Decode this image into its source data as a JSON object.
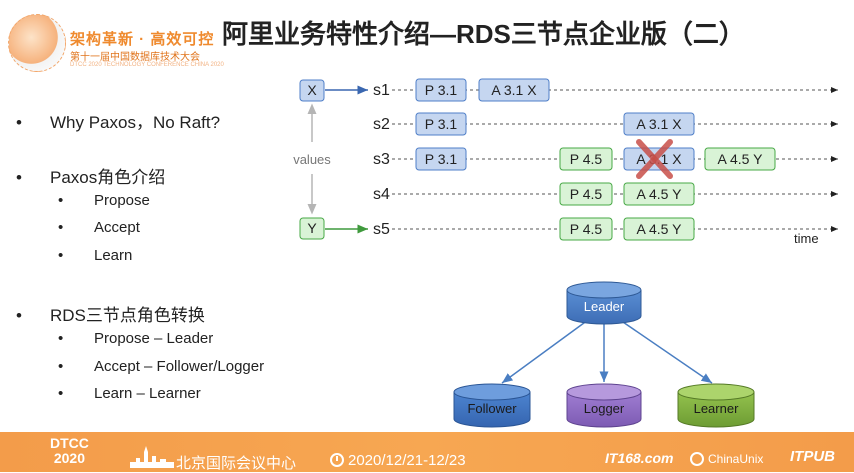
{
  "header": {
    "logo_line1": "架构革新 · 高效可控",
    "logo_line2": "第十一届中国数据库技术大会",
    "logo_line3": "DTCC 2020 TECHNOLOGY CONFERENCE CHINA 2020",
    "title": "阿里业务特性介绍—RDS三节点企业版（二）"
  },
  "bullets": [
    {
      "text": "Why Paxos，No Raft?",
      "children": []
    },
    {
      "text": "Paxos角色介绍",
      "children": [
        "Propose",
        "Accept",
        "Learn"
      ]
    },
    {
      "text": "RDS三节点角色转换",
      "children": [
        "Propose – Leader",
        "Accept – Follower/Logger",
        "Learn – Learner"
      ]
    }
  ],
  "bullet_glyph": "•",
  "paxos": {
    "values_label": "values",
    "time_label": "time",
    "x_value": "X",
    "y_value": "Y",
    "servers": [
      "s1",
      "s2",
      "s3",
      "s4",
      "s5"
    ],
    "messages": {
      "s1_p31": "P 3.1",
      "s1_a31x": "A 3.1 X",
      "s2_p31": "P 3.1",
      "s2_a31x": "A 3.1 X",
      "s3_p31": "P 3.1",
      "s3_p45": "P 4.5",
      "s3_a31x": "A 3.1 X",
      "s3_a45y": "A 4.5 Y",
      "s4_p45": "P 4.5",
      "s4_a45y": "A 4.5 Y",
      "s5_p45": "P 4.5",
      "s5_a45y": "A 4.5 Y"
    }
  },
  "roles": {
    "leader": "Leader",
    "follower": "Follower",
    "logger": "Logger",
    "learner": "Learner"
  },
  "colors": {
    "blue_fill": "#c5d6f0",
    "blue_stroke": "#4f7fc8",
    "green_fill": "#d9f3d6",
    "green_stroke": "#47a845",
    "leader": "#4a7ec2",
    "follower": "#3f74c4",
    "logger": "#8e6bc2",
    "learner": "#7fae3e",
    "footer": "#f39c4a",
    "cross": "#c8504a"
  },
  "footer": {
    "event": "DTCC",
    "year": "2020",
    "venue": "北京国际会议中心",
    "date": "2020/12/21-12/23",
    "sponsor1": "IT168.com",
    "sponsor2": "ChinaUnix",
    "sponsor3": "ITPUB"
  }
}
